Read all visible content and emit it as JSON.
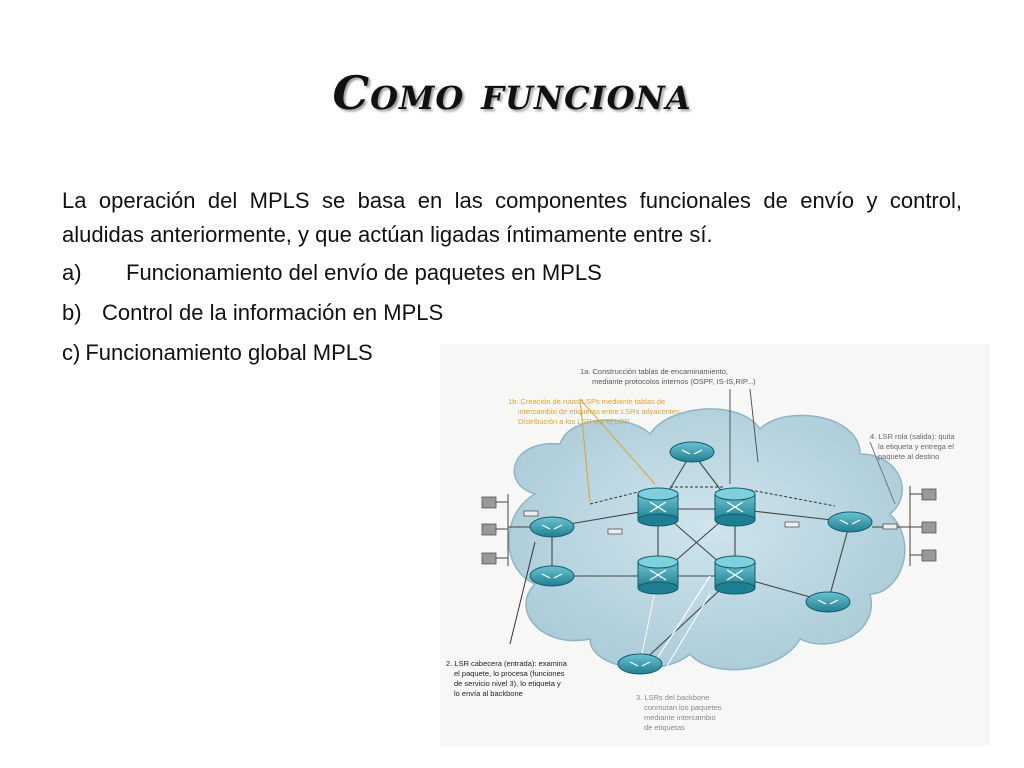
{
  "title": "Como funciona",
  "paragraph": "La operación del MPLS se basa en las componentes funcionales de envío y control, aludidas anteriormente, y que actúan ligadas íntimamente entre sí.",
  "items": [
    {
      "marker": "a)",
      "text": "Funcionamiento del envío de paquetes en MPLS"
    },
    {
      "marker": "b)",
      "text": "Control de la información en MPLS"
    },
    {
      "marker": "c)",
      "text": "Funcionamiento global MPLS"
    }
  ],
  "figure": {
    "label_1a": [
      "1a. Construcción tablas de encaminamiento,",
      "mediante protocolos internos (OSPF, IS-IS,RIP...)"
    ],
    "label_1b": [
      "1b. Creación de rutas LSPs mediante tablas de",
      "intercambio de etiquetas entre LSRs adyacentes.",
      "Distribución a los LSR por el LDP"
    ],
    "label_4": [
      "4. LSR rola (salida): quita",
      "la etiqueta y entrega el",
      "paquete al destino"
    ],
    "label_2": [
      "2. LSR cabecera (entrada): examina",
      "el paquete, lo procesa (funciones",
      "de servicio nivel 3), lo etiqueta y",
      "lo envía al backbone"
    ],
    "label_3": [
      "3. LSRs del backbone",
      "conmutan los paquetes",
      "mediante intercambio",
      "de etiquetas"
    ],
    "colors": {
      "cloud": "#bcd8e3",
      "router": "#3aa3b5",
      "label_orange": "#e0a52a",
      "label_blue": "#555"
    }
  }
}
